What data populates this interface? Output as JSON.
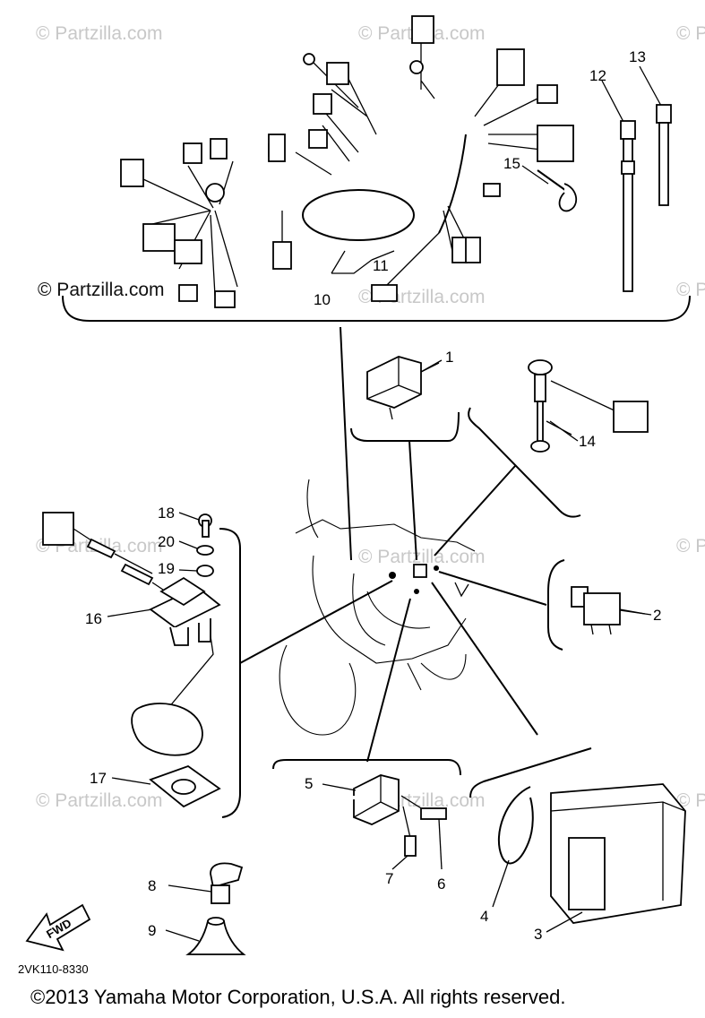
{
  "watermark": {
    "text": "© Partzilla.com"
  },
  "callouts": [
    {
      "id": "callout-1",
      "label": "1"
    },
    {
      "id": "callout-2",
      "label": "2"
    },
    {
      "id": "callout-3",
      "label": "3"
    },
    {
      "id": "callout-4",
      "label": "4"
    },
    {
      "id": "callout-5",
      "label": "5"
    },
    {
      "id": "callout-6",
      "label": "6"
    },
    {
      "id": "callout-7",
      "label": "7"
    },
    {
      "id": "callout-8",
      "label": "8"
    },
    {
      "id": "callout-9",
      "label": "9"
    },
    {
      "id": "callout-10",
      "label": "10"
    },
    {
      "id": "callout-11",
      "label": "11"
    },
    {
      "id": "callout-12",
      "label": "12"
    },
    {
      "id": "callout-13",
      "label": "13"
    },
    {
      "id": "callout-14",
      "label": "14"
    },
    {
      "id": "callout-15",
      "label": "15"
    },
    {
      "id": "callout-16",
      "label": "16"
    },
    {
      "id": "callout-17",
      "label": "17"
    },
    {
      "id": "callout-18",
      "label": "18"
    },
    {
      "id": "callout-19",
      "label": "19"
    },
    {
      "id": "callout-20",
      "label": "20"
    }
  ],
  "fwd_label": "FWD",
  "diagram_code": "2VK110-8330",
  "copyright": "©2013 Yamaha Motor Corporation, U.S.A. All rights reserved."
}
